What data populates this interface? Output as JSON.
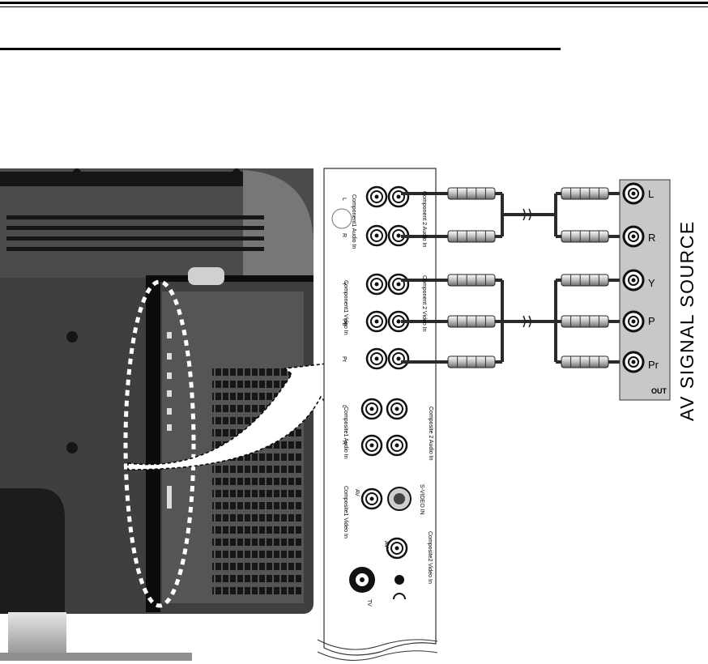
{
  "source": {
    "title": "AV SIGNAL SOURCE",
    "out_label": "OUT",
    "jacks": [
      "L",
      "R",
      "Y",
      "P",
      "Pr"
    ]
  },
  "panel": {
    "labels": {
      "component2_audio": "Component 2 Audio In",
      "component1_audio": "Component1 Audio In",
      "component2_video": "Component 2 Video In",
      "component1_video": "Component1 Video In",
      "composite2_audio": "Composite 2 Audio In",
      "composite1_audio": "Composite1 Audio In",
      "svideo": "S-VIDEO IN",
      "composite1_video": "Composite1 Video In",
      "composite2_video": "Composite2 Video In",
      "av1": "AV",
      "av2": "AV",
      "tv": "TV",
      "l": "L",
      "r": "R",
      "y": "Y",
      "pb": "Pb",
      "pr": "Pr"
    }
  },
  "colors": {
    "tv_body": "#3f3f3f",
    "tv_panel": "#555555",
    "source_box": "#c8c8c8",
    "rule": "#000000"
  }
}
